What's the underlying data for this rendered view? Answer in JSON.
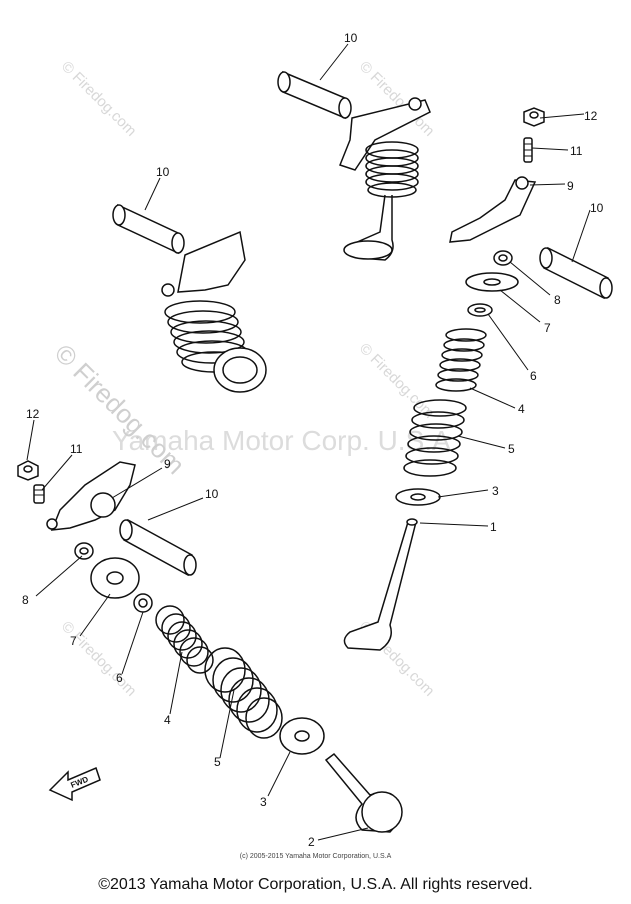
{
  "watermarks": {
    "center": "Yamaha Motor Corp. U.S.A",
    "site_large": "© Firedog.com",
    "site_small": "© Firedog.com"
  },
  "callouts": {
    "c1": "1",
    "c2": "2",
    "c3a": "3",
    "c3b": "3",
    "c4a": "4",
    "c4b": "4",
    "c5a": "5",
    "c5b": "5",
    "c6a": "6",
    "c6b": "6",
    "c7a": "7",
    "c7b": "7",
    "c8a": "8",
    "c8b": "8",
    "c9a": "9",
    "c9b": "9",
    "c10a": "10",
    "c10b": "10",
    "c10c": "10",
    "c10d": "10",
    "c11a": "11",
    "c11b": "11",
    "c12a": "12",
    "c12b": "12"
  },
  "fwd_label": "FWD",
  "footer": {
    "small": "(c) 2005-2015 Yamaha Motor Corporation, U.S.A",
    "main": "©2013 Yamaha Motor Corporation, U.S.A. All rights reserved."
  }
}
